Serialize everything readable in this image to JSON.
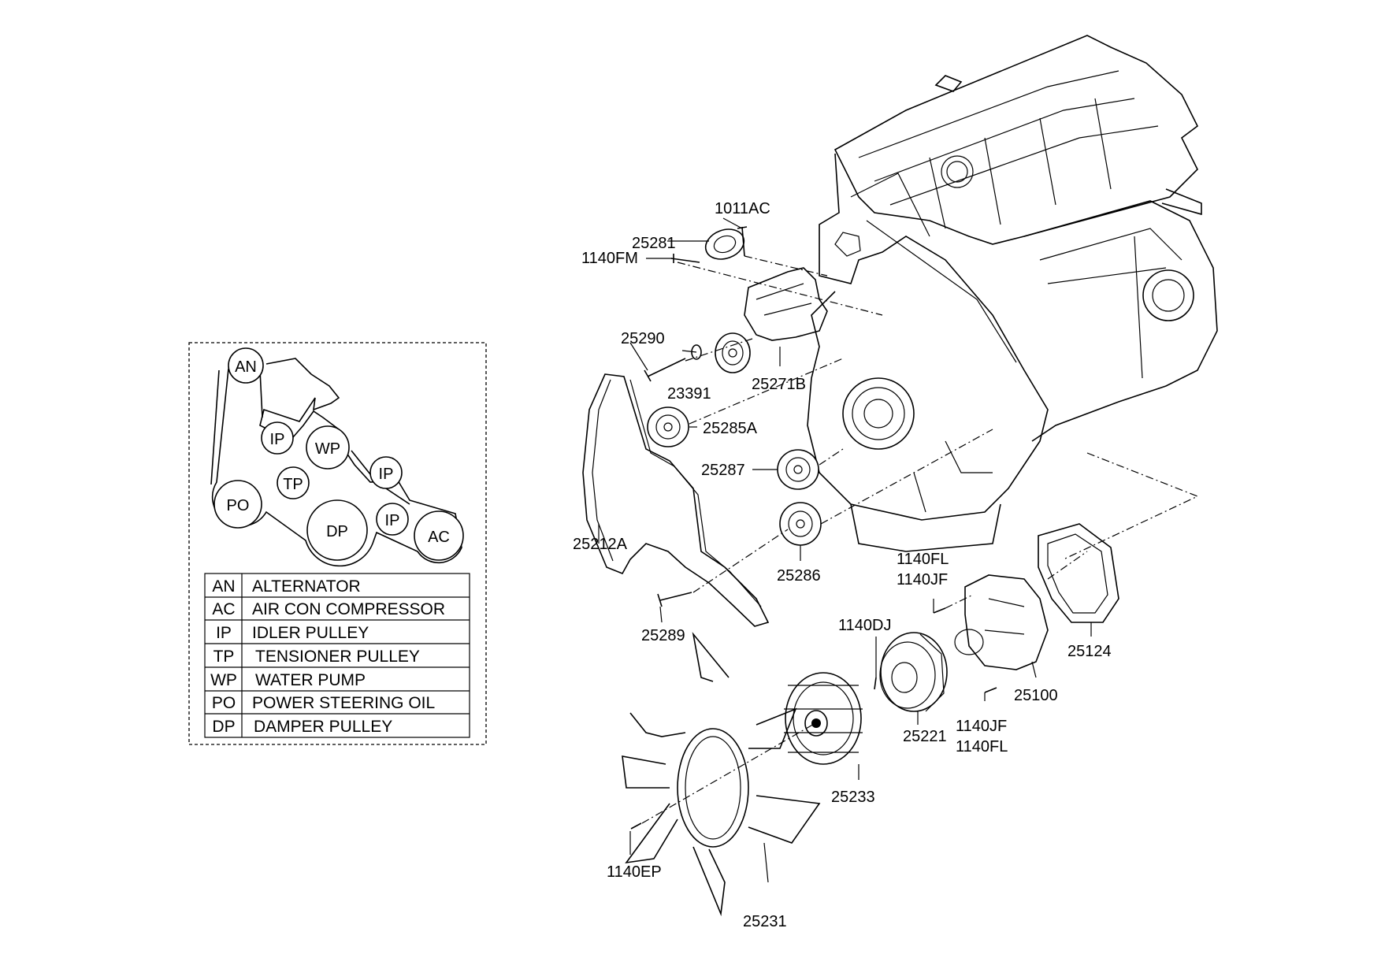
{
  "colors": {
    "ink": "#000000",
    "paper": "#ffffff"
  },
  "legend": {
    "pulleys": [
      {
        "id": "an",
        "label": "AN"
      },
      {
        "id": "ip1",
        "label": "IP"
      },
      {
        "id": "wp",
        "label": "WP"
      },
      {
        "id": "ip2",
        "label": "IP"
      },
      {
        "id": "po",
        "label": "PO"
      },
      {
        "id": "tp",
        "label": "TP"
      },
      {
        "id": "dp",
        "label": "DP"
      },
      {
        "id": "ip3",
        "label": "IP"
      },
      {
        "id": "ac",
        "label": "AC"
      }
    ],
    "table": [
      {
        "code": "AN",
        "name": "ALTERNATOR"
      },
      {
        "code": "AC",
        "name": "AIR CON COMPRESSOR"
      },
      {
        "code": "IP",
        "name": "IDLER PULLEY"
      },
      {
        "code": "TP",
        "name": "TENSIONER PULLEY"
      },
      {
        "code": "WP",
        "name": "WATER PUMP"
      },
      {
        "code": "PO",
        "name": "POWER STEERING OIL"
      },
      {
        "code": "DP",
        "name": "DAMPER PULLEY"
      }
    ]
  },
  "parts": [
    "1011AC",
    "1140FM",
    "25281",
    "25290",
    "23391",
    "25271B",
    "25285A",
    "25287",
    "25212A",
    "25286",
    "25289",
    "1140FL",
    "1140JF",
    "1140DJ",
    "25124",
    "25100",
    "1140JF",
    "1140FL",
    "25221",
    "25233",
    "1140EP",
    "25231"
  ]
}
